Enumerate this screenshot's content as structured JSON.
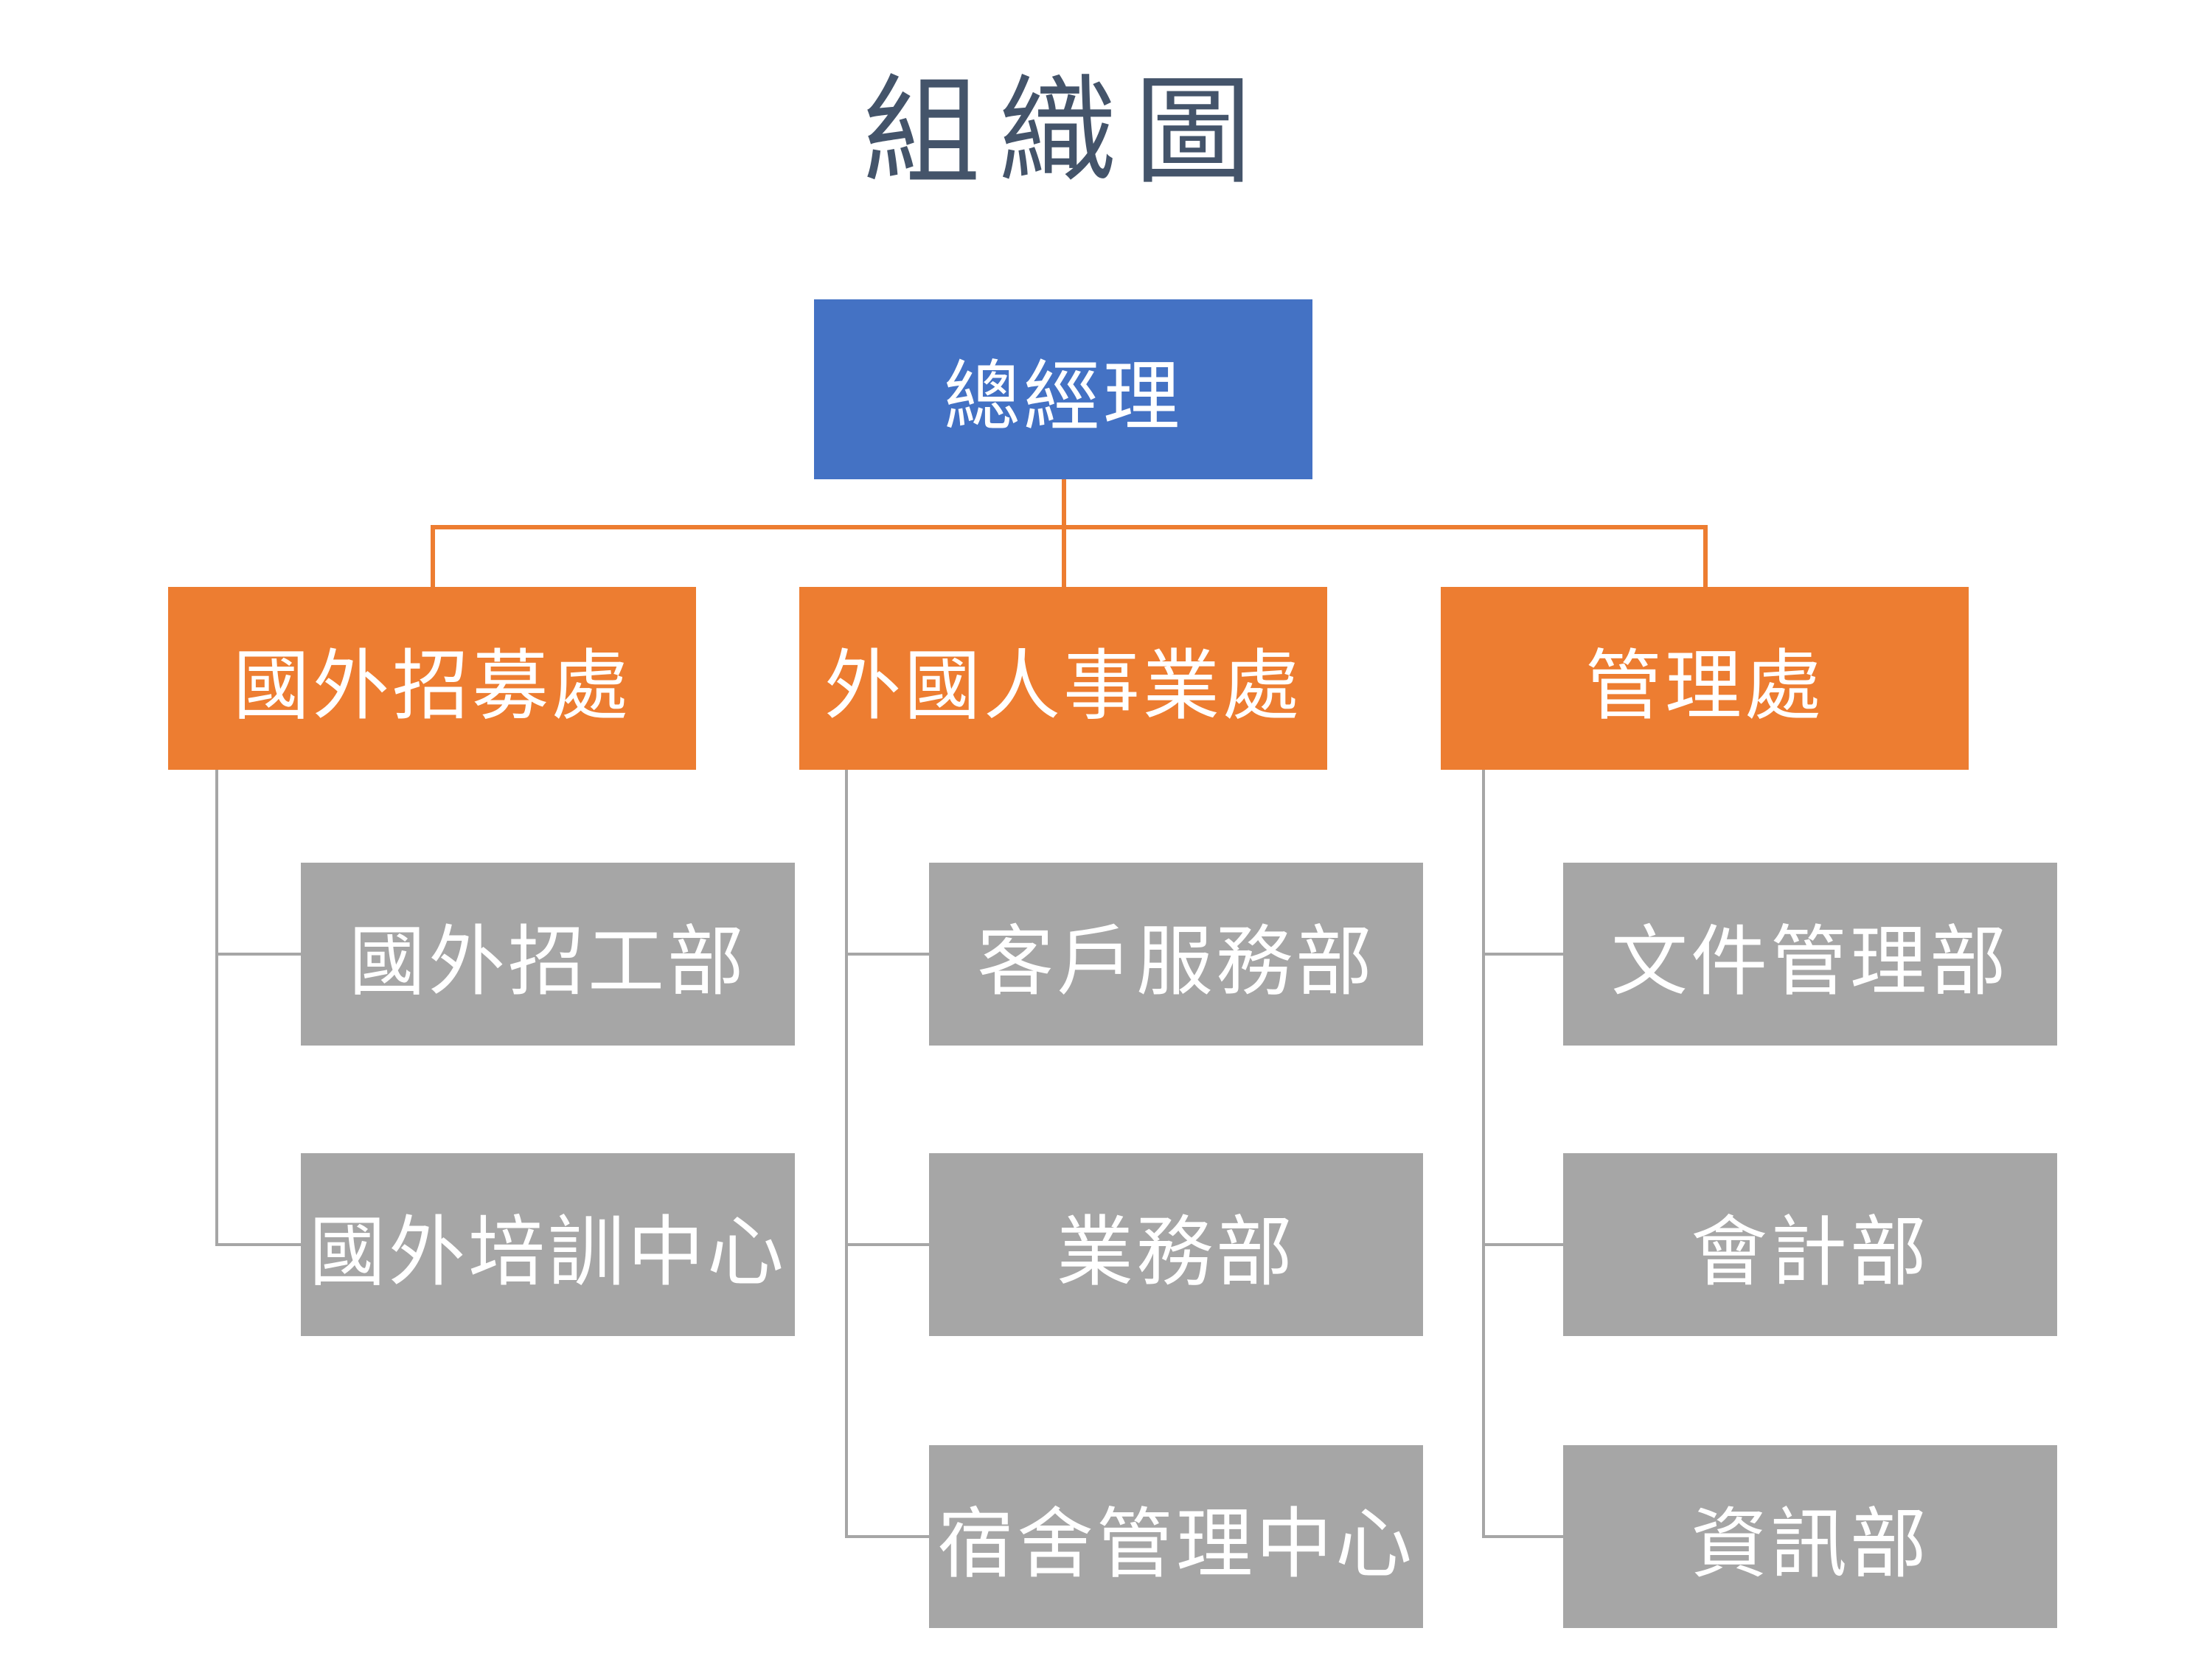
{
  "title": "組織圖",
  "colors": {
    "title_text": "#44546A",
    "root_fill": "#4472C4",
    "division_fill": "#ED7D31",
    "department_fill": "#A6A6A6",
    "node_text": "#FFFFFF",
    "connector_level1": "#ED7D31",
    "connector_level2": "#A6A6A6"
  },
  "root": {
    "label": "總經理"
  },
  "branches": [
    {
      "label": "國外招募處",
      "children": [
        {
          "label": "國外招工部"
        },
        {
          "label": "國外培訓中心"
        }
      ]
    },
    {
      "label": "外國人事業處",
      "children": [
        {
          "label": "客戶服務部"
        },
        {
          "label": "業務部"
        },
        {
          "label": "宿舍管理中心"
        }
      ]
    },
    {
      "label": "管理處",
      "children": [
        {
          "label": "文件管理部"
        },
        {
          "label": "會計部"
        },
        {
          "label": "資訊部"
        }
      ]
    }
  ]
}
